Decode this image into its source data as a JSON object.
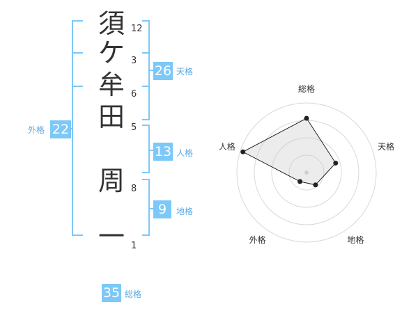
{
  "name_chars": [
    {
      "char": "須",
      "strokes": "12"
    },
    {
      "char": "ケ",
      "strokes": "3"
    },
    {
      "char": "牟",
      "strokes": "6"
    },
    {
      "char": "田",
      "strokes": "5"
    },
    {
      "char": "周",
      "strokes": "8"
    },
    {
      "char": "一",
      "strokes": "1"
    }
  ],
  "grid": {
    "gaikaku": {
      "value": "22",
      "label": "外格"
    },
    "tenkaku": {
      "value": "26",
      "label": "天格"
    },
    "jinkaku": {
      "value": "13",
      "label": "人格"
    },
    "chikaku": {
      "value": "9",
      "label": "地格"
    },
    "soukaku": {
      "value": "35",
      "label": "総格"
    }
  },
  "colors": {
    "accent": "#7cc8f8",
    "bracket": "#7cc8f8",
    "label": "#5aa9e6",
    "radar_fill": "#e6e6e6"
  },
  "chart_data": {
    "type": "radar",
    "axes": [
      "総格",
      "天格",
      "地格",
      "外格",
      "人格"
    ],
    "values": [
      0.78,
      0.44,
      0.22,
      0.16,
      0.96
    ],
    "range": [
      0,
      1
    ],
    "rings": 4
  }
}
